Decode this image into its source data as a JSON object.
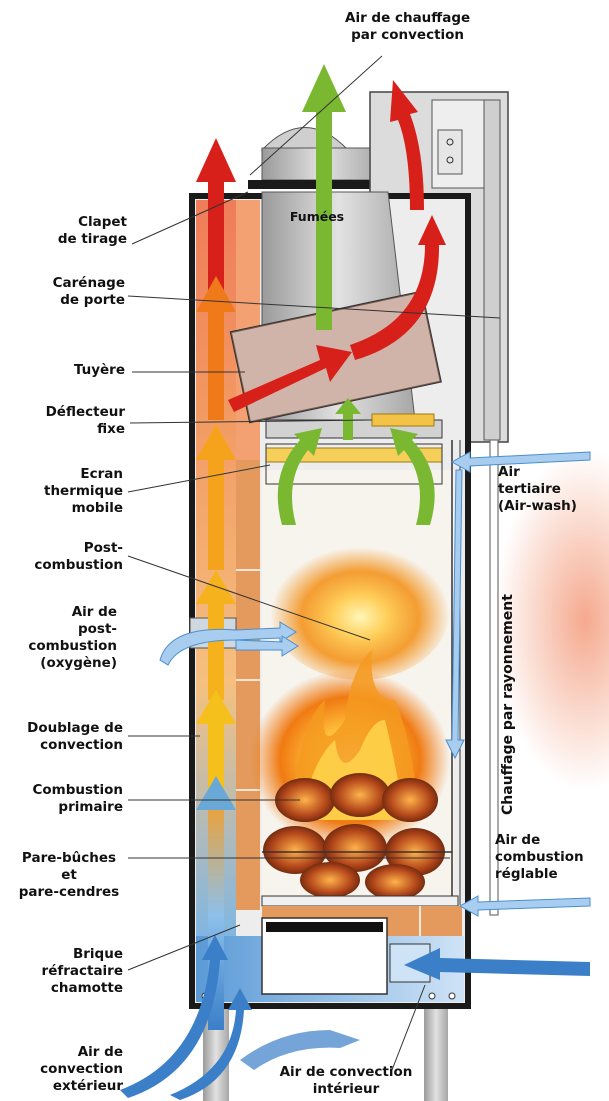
{
  "labels": {
    "air_chauffage": [
      "Air de chauffage",
      "par convection"
    ],
    "clapet": [
      "Clapet",
      "de tirage"
    ],
    "carenage": [
      "Carénage",
      "de porte"
    ],
    "tuyere": [
      "Tuyère"
    ],
    "deflecteur": [
      "Déflecteur",
      "fixe"
    ],
    "ecran": [
      "Ecran",
      "thermique",
      "mobile"
    ],
    "post_combustion": [
      "Post-",
      "combustion"
    ],
    "air_post": [
      "Air de",
      "post-",
      "combustion",
      "(oxygène)"
    ],
    "doublage": [
      "Doublage de",
      "convection"
    ],
    "combustion_primaire": [
      "Combustion",
      "primaire"
    ],
    "pare_buches": [
      "Pare-bûches",
      "et",
      "pare-cendres"
    ],
    "brique": [
      "Brique",
      "réfractaire",
      "chamotte"
    ],
    "air_ext": [
      "Air de",
      "convection",
      "extérieur"
    ],
    "air_int": [
      "Air de convection",
      "intérieur"
    ],
    "air_tertiaire": [
      "Air",
      "tertiaire",
      "(Air-wash)"
    ],
    "air_reglable": [
      "Air de",
      "combustion",
      "réglable"
    ],
    "fumees": "Fumées",
    "rayonnement": "Chauffage par rayonnement"
  },
  "colors": {
    "hot_red": "#d8201a",
    "warm_orange": "#f07a1a",
    "warm_yellow": "#f5b21c",
    "cool_blue": "#4a8fd0",
    "light_blue": "#a8cdee",
    "green": "#7ab832",
    "brick": "#e39a5c",
    "steel": "#b8b8b8",
    "frame": "#1a1a1a"
  }
}
